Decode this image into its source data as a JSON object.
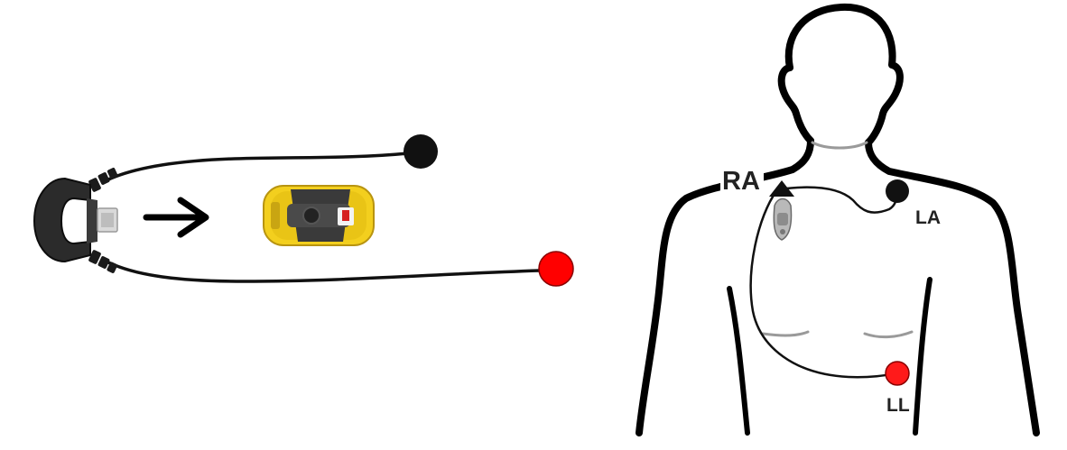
{
  "labels": {
    "ra": "RA",
    "la": "LA",
    "ll": "LL"
  },
  "icons": {
    "connector": "cable-connector-icon",
    "arrow": "right-arrow-icon",
    "recorder": "ecg-recorder-device-icon"
  },
  "colors": {
    "lead_black": "#111111",
    "lead_red": "#ff0000",
    "device_yellow": "#f5d21e",
    "body_outline": "#000000"
  }
}
